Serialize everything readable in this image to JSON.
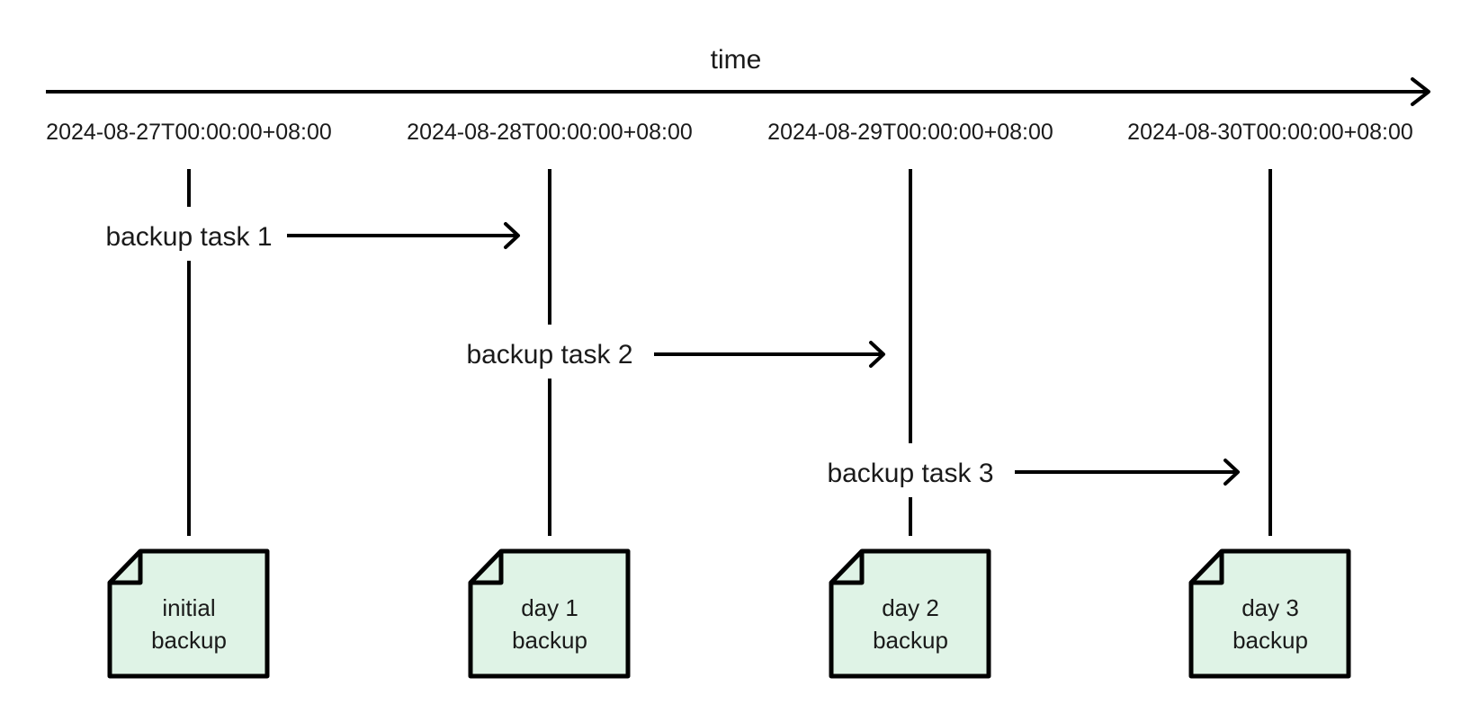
{
  "colors": {
    "stroke": "#000000",
    "document_fill": "#dff3e6",
    "text": "#1a1a1a"
  },
  "axis": {
    "label": "time",
    "arrow_icon": "arrow-right-icon"
  },
  "timestamps": [
    "2024-08-27T00:00:00+08:00",
    "2024-08-28T00:00:00+08:00",
    "2024-08-29T00:00:00+08:00",
    "2024-08-30T00:00:00+08:00"
  ],
  "tasks": [
    {
      "label": "backup task 1"
    },
    {
      "label": "backup task 2"
    },
    {
      "label": "backup task 3"
    }
  ],
  "documents": [
    {
      "line1": "initial",
      "line2": "backup",
      "icon": "document-icon"
    },
    {
      "line1": "day 1",
      "line2": "backup",
      "icon": "document-icon"
    },
    {
      "line1": "day 2",
      "line2": "backup",
      "icon": "document-icon"
    },
    {
      "line1": "day 3",
      "line2": "backup",
      "icon": "document-icon"
    }
  ]
}
